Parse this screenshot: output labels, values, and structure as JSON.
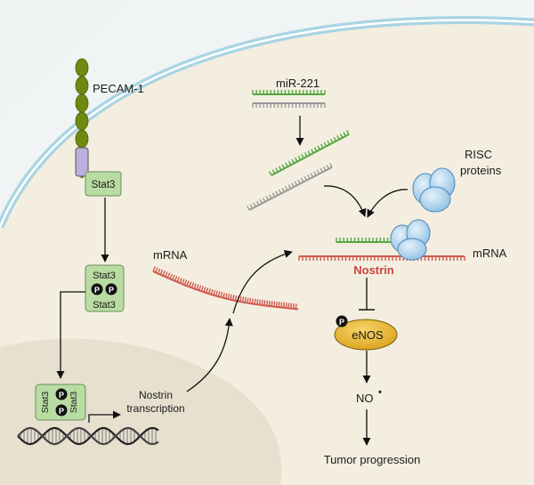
{
  "labels": {
    "pecam": "PECAM-1",
    "stat3": "Stat3",
    "phospho": "P",
    "mrna": "mRNA",
    "mir": "miR-221",
    "risc_line1": "RISC",
    "risc_line2": "proteins",
    "mrna_target": "mRNA",
    "nostrin": "Nostrin",
    "enos": "eNOS",
    "no": "NO",
    "no_radical": "•",
    "nostrin_transcription_line1": "Nostrin",
    "nostrin_transcription_line2": "transcription",
    "tumor": "Tumor progression"
  },
  "colors": {
    "membrane": "#a9d5e3",
    "cytoplasm": "#f5efe2",
    "nucleus": "#e8e1d0",
    "mirna_strand": "#54a83f",
    "passenger_strand": "#9a9a9a",
    "mrna_strand": "#cf5a4f",
    "nostrin_text": "#c9463d",
    "stat3_box": "#b9dca3",
    "pecam_bead": "#6f8a10",
    "enos_fill": "#e3b22c",
    "risc_fill": "#a9cfe9"
  }
}
